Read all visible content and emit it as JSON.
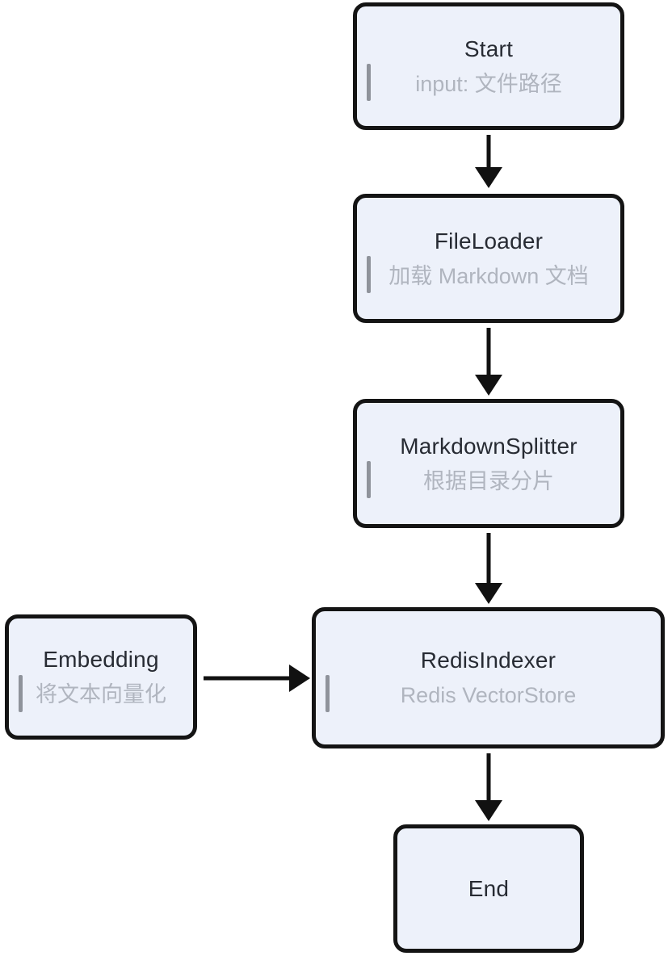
{
  "diagram": {
    "type": "flowchart",
    "direction": "top-down",
    "colors": {
      "background": "#ffffff",
      "node_fill": "#edf1fa",
      "node_border": "#141414",
      "title_text": "#272b33",
      "subtitle_text": "#b0b5bf",
      "marker_bar": "#8f939b",
      "arrow": "#111111"
    },
    "nodes": [
      {
        "id": "start",
        "title": "Start",
        "subtitle": "input: 文件路径"
      },
      {
        "id": "fileloader",
        "title": "FileLoader",
        "subtitle": "加载 Markdown 文档"
      },
      {
        "id": "markdownsplitter",
        "title": "MarkdownSplitter",
        "subtitle": "根据目录分片"
      },
      {
        "id": "redisindexer",
        "title": "RedisIndexer",
        "subtitle": "Redis VectorStore"
      },
      {
        "id": "embedding",
        "title": "Embedding",
        "subtitle": "将文本向量化"
      },
      {
        "id": "end",
        "title": "End",
        "subtitle": ""
      }
    ],
    "edges": [
      {
        "from": "Start",
        "to": "FileLoader",
        "direction": "down"
      },
      {
        "from": "FileLoader",
        "to": "MarkdownSplitter",
        "direction": "down"
      },
      {
        "from": "MarkdownSplitter",
        "to": "RedisIndexer",
        "direction": "down"
      },
      {
        "from": "Embedding",
        "to": "RedisIndexer",
        "direction": "right"
      },
      {
        "from": "RedisIndexer",
        "to": "End",
        "direction": "down"
      }
    ]
  }
}
